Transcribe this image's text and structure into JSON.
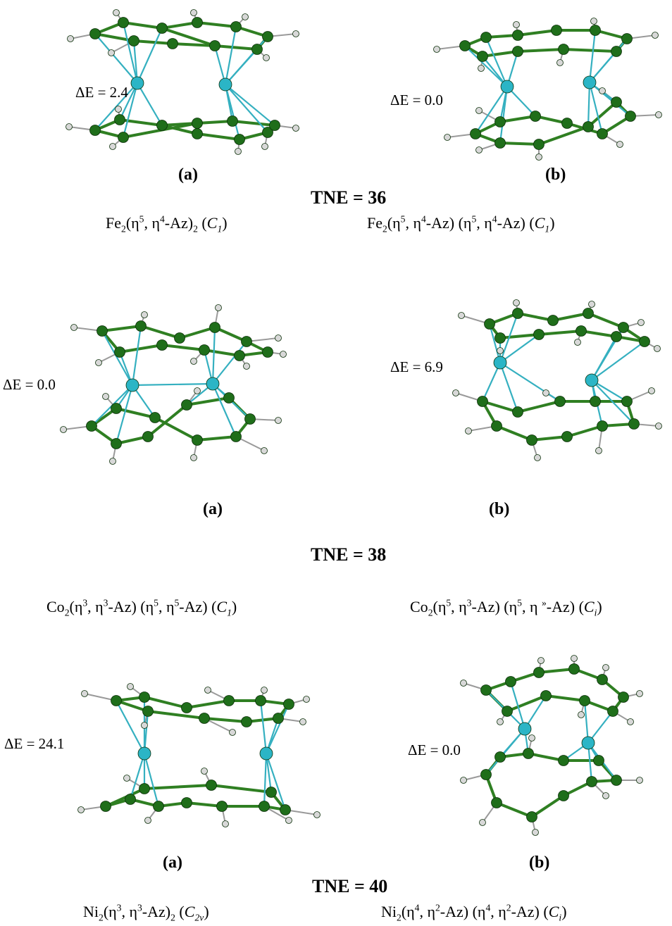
{
  "sections": [
    {
      "tne": "TNE = 36",
      "left": {
        "label": "(a)",
        "energy": "ΔE = 2.4",
        "formula": {
          "m": "Fe",
          "mn": "2",
          "a1": "5",
          "a2": "4",
          "pre": "(η",
          "mid": ", η",
          "tail": "-Az)",
          "post_sub": "2",
          "sym": "C",
          "sym_sub": "1"
        }
      },
      "right": {
        "label": "(b)",
        "energy": "ΔE = 0.0",
        "formula": {
          "m": "Fe",
          "mn": "2",
          "a1": "5",
          "a2": "4",
          "a3": "5",
          "a4": "4",
          "sym": "C",
          "sym_sub": "1"
        }
      }
    },
    {
      "tne": "TNE = 38",
      "left": {
        "label": "(a)",
        "energy": "ΔE = 0.0",
        "formula": {
          "m": "Co",
          "mn": "2",
          "a1": "3",
          "a2": "3",
          "a3": "5",
          "a4": "5",
          "sym": "C",
          "sym_sub": "1"
        }
      },
      "right": {
        "label": "(b)",
        "energy": "ΔE = 6.9",
        "formula": {
          "m": "Co",
          "mn": "2",
          "a1": "5",
          "a2": "3",
          "a3": "5",
          "a4": "»",
          "sym": "C",
          "sym_sub": "i"
        }
      }
    },
    {
      "tne": "TNE = 40",
      "left": {
        "label": "(a)",
        "energy": "ΔE = 24.1",
        "formula": {
          "m": "Ni",
          "mn": "2",
          "a1": "3",
          "a2": "3",
          "post_sub": "2",
          "sym": "C",
          "sym_sub": "2v"
        }
      },
      "right": {
        "label": "(b)",
        "energy": "ΔE = 0.0",
        "formula": {
          "m": "Ni",
          "mn": "2",
          "a1": "4",
          "a2": "2",
          "a3": "4",
          "a4": "2",
          "sym": "C",
          "sym_sub": "i"
        }
      }
    }
  ],
  "colors": {
    "carbon": "#1f6e1a",
    "metal": "#2bb5c6",
    "hydrogen": "#d8d8d8",
    "bond_green": "#2f7f22",
    "bond_cyan": "#35b0c0"
  }
}
